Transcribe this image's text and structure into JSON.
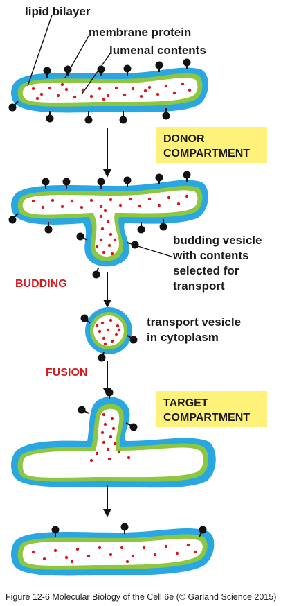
{
  "labels": {
    "lipid_bilayer": "lipid bilayer",
    "membrane_protein": "membrane protein",
    "lumenal_contents": "lumenal contents",
    "budding_vesicle_1": "budding vesicle",
    "budding_vesicle_2": "with contents",
    "budding_vesicle_3": "selected for",
    "budding_vesicle_4": "transport",
    "transport_vesicle_1": "transport vesicle",
    "transport_vesicle_2": "in cytoplasm"
  },
  "steps": {
    "budding": "BUDDING",
    "fusion": "FUSION"
  },
  "boxes": {
    "donor_1": "DONOR",
    "donor_2": "COMPARTMENT",
    "target_1": "TARGET",
    "target_2": "COMPARTMENT"
  },
  "caption": "Figure 12-6  Molecular Biology of the Cell 6e (© Garland Science 2015)",
  "colors": {
    "outer_membrane": "#2aa7e0",
    "inner_membrane": "#8dc63f",
    "lumen_dot": "#d71920",
    "box_fill": "#fff27a",
    "step_text": "#d71920"
  }
}
